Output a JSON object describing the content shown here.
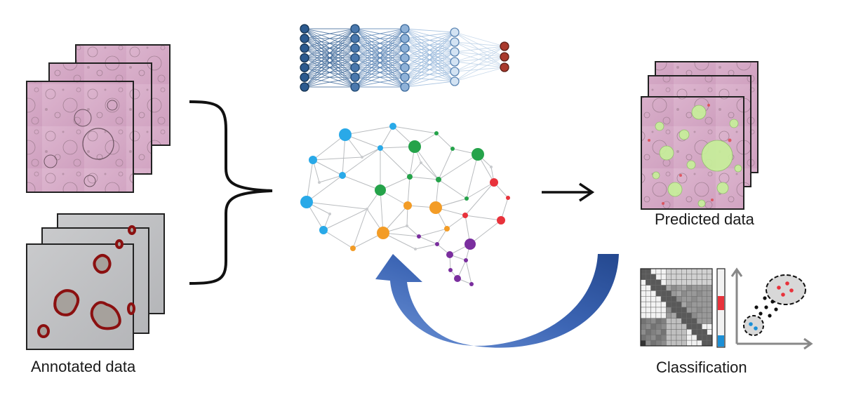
{
  "labels": {
    "annotated": "Annotated data",
    "predicted": "Predicted data",
    "classification": "Classification"
  },
  "colors": {
    "organoid_bg": "#d6a9c7",
    "annotated_bg": "#bfc0c2",
    "annotation_outline": "#8b1010",
    "prediction_fill": "#c7ef9a",
    "prediction_red": "#e0444a",
    "feedback_arrow": "#3d66b5",
    "nn_input": "#2c5a8f",
    "nn_hidden1": "#4a78ad",
    "nn_hidden2": "#8fb2d8",
    "nn_hidden3": "#d3e3f3",
    "nn_output": "#a9392c",
    "brain_blue": "#29a9e8",
    "brain_green": "#25a34a",
    "brain_orange": "#f39c26",
    "brain_red": "#e8323b",
    "brain_purple": "#7a2e9e"
  },
  "neural_network": {
    "layer_sizes": [
      7,
      7,
      7,
      6,
      3
    ],
    "layer_roles": [
      "input",
      "hidden",
      "hidden",
      "hidden",
      "output"
    ]
  },
  "brain_network": {
    "node_color_groups": [
      "blue",
      "green",
      "orange",
      "red",
      "purple"
    ]
  },
  "classification": {
    "heatmap_grid": [
      14,
      14
    ],
    "colorbar": [
      "#e8323b",
      "#1b8fd6"
    ],
    "scatter_clusters": [
      "red",
      "blue"
    ]
  },
  "stacks": {
    "organoid_images": 3,
    "annotated_images": 3,
    "predicted_images": 3
  }
}
